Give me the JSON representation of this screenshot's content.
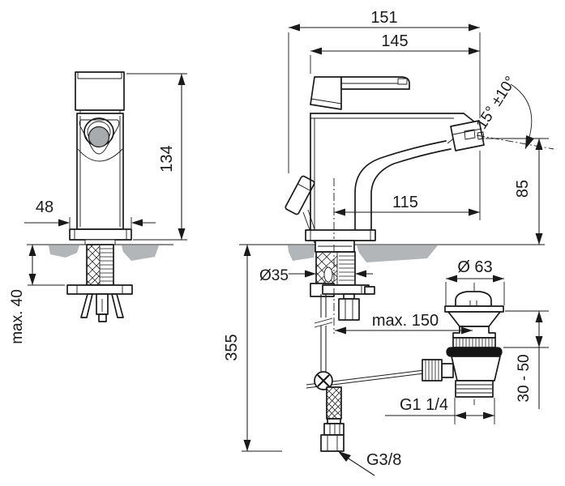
{
  "drawing": {
    "front_view": {
      "base_width": "48",
      "body_height": "134",
      "deck_thickness_max": "max. 40"
    },
    "side_view": {
      "overall_depth": "151",
      "body_front_depth": "145",
      "aerator_angle": "15° ±10°",
      "outlet_height": "85",
      "outlet_reach": "115",
      "supply_hose_length": "355",
      "shank_diameter": "Ø35",
      "popup_rod_reach": "max. 150"
    },
    "waste_assembly": {
      "cap_diameter": "Ø 63",
      "clamping_range": "30 - 50",
      "outlet_thread": "G1 1/4"
    },
    "supply": {
      "hose_thread": "G3/8"
    },
    "colors": {
      "line": "#1a1a1a",
      "deck": "#b3b6b8",
      "aerator_face": "#a8abad",
      "gasket": "#141414",
      "background": "#ffffff"
    }
  }
}
